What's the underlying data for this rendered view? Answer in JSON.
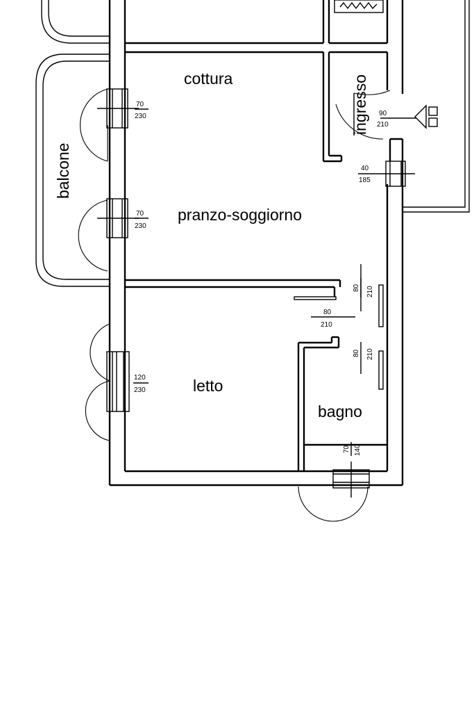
{
  "rooms": {
    "cottura": "cottura",
    "pranzo": "pranzo-soggiorno",
    "letto": "letto",
    "bagno": "bagno",
    "balcone": "balcone",
    "ingresso": "ingresso"
  },
  "openings": {
    "w1": {
      "w": "70",
      "h": "230"
    },
    "w2": {
      "w": "70",
      "h": "230"
    },
    "w3": {
      "w": "120",
      "h": "230"
    },
    "entry_door": {
      "w": "90",
      "h": "210"
    },
    "small_window": {
      "w": "40",
      "h": "185"
    },
    "door_a": {
      "w": "80",
      "h": "210"
    },
    "door_b": {
      "w": "80",
      "h": "210"
    },
    "door_c": {
      "w": "80",
      "h": "210"
    },
    "bath_window": {
      "w": "70",
      "h": "140"
    }
  }
}
